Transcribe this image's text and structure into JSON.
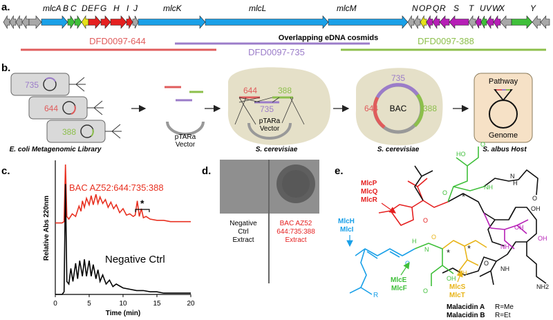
{
  "panel_labels": {
    "a": "a.",
    "b": "b.",
    "c": "c.",
    "d": "d.",
    "e": "e."
  },
  "colors": {
    "blue": "#1aa0e8",
    "green": "#3fbf3a",
    "yellow": "#e6e21a",
    "red": "#e52020",
    "magenta": "#b61fb6",
    "gray": "#a8a8a8",
    "c644": "#e05c5c",
    "c735": "#9b7cc9",
    "c388": "#8cbf4b",
    "cell": "#e5e0c8",
    "host": "#f6e1c6"
  },
  "gene_labels": {
    "g1": "mlcA",
    "g2": "B",
    "g3": "C",
    "g4": "D",
    "g5": "E",
    "g6": "F",
    "g7": "G",
    "g8": "H",
    "g9": "I",
    "g10": "J",
    "K": "mlcK",
    "L": "mlcL",
    "M": "mlcM",
    "N": "N",
    "O": "O",
    "P": "P",
    "Q": "Q",
    "R": "R",
    "S": "S",
    "T": "T",
    "U": "U",
    "V": "V",
    "W": "W",
    "X": "X",
    "Y": "Y"
  },
  "cosmids": {
    "title": "Overlapping eDNA cosmids",
    "c644": "DFD0097-644",
    "c735": "DFD0097-735",
    "c388": "DFD0097-388"
  },
  "panel_b": {
    "lib_labels": [
      "735",
      "644",
      "388"
    ],
    "lib_caption": "E. coli Metagenomic Library",
    "vector_label": "pTARa Vector",
    "yeast_frags": [
      "644",
      "735",
      "388"
    ],
    "yeast_vector": "pTARa Vector",
    "yeast_caption": "S. cerevisiae",
    "bac_735": "735",
    "bac_644": "644",
    "bac_388": "388",
    "bac_center": "BAC",
    "bac_caption": "S. cerevisiae",
    "host_pathway": "Pathway",
    "host_genome": "Genome",
    "host_caption": "S. albus Host"
  },
  "panel_c": {
    "ylabel": "Relative Abs 220nm",
    "xlabel": "Time (min)",
    "xticks": [
      "0",
      "5",
      "10",
      "15",
      "20"
    ],
    "bac_label": "BAC AZ52:644:735:388",
    "neg_label": "Negative Ctrl",
    "star": "*"
  },
  "chart_data": {
    "type": "line",
    "title": "",
    "xlabel": "Time (min)",
    "ylabel": "Relative Abs 220nm",
    "xlim": [
      0,
      20
    ],
    "xticks": [
      0,
      5,
      10,
      15,
      20
    ],
    "series": [
      {
        "name": "BAC AZ52:644:735:388",
        "color": "#e83020",
        "x": [
          0,
          1.0,
          1.3,
          1.5,
          1.7,
          2,
          2.5,
          3,
          3.5,
          3.8,
          4,
          4.3,
          4.6,
          5,
          5.3,
          5.6,
          6,
          6.3,
          6.6,
          7,
          7.4,
          7.8,
          8.2,
          8.6,
          9,
          9.5,
          10,
          10.5,
          11,
          11.5,
          11.8,
          12.1,
          12.4,
          12.7,
          13,
          13.4,
          14,
          15,
          16,
          17,
          18,
          19,
          20
        ],
        "y": [
          0.55,
          0.55,
          0.56,
          1.0,
          0.6,
          0.58,
          0.62,
          0.6,
          0.68,
          0.64,
          0.72,
          0.67,
          0.74,
          0.69,
          0.76,
          0.69,
          0.77,
          0.7,
          0.75,
          0.7,
          0.73,
          0.67,
          0.71,
          0.66,
          0.69,
          0.63,
          0.66,
          0.61,
          0.62,
          0.6,
          0.61,
          0.72,
          0.6,
          0.66,
          0.59,
          0.6,
          0.58,
          0.57,
          0.57,
          0.56,
          0.56,
          0.56,
          0.56
        ]
      },
      {
        "name": "Negative Ctrl",
        "color": "#000000",
        "x": [
          0,
          1.0,
          1.3,
          1.5,
          1.7,
          2,
          2.3,
          2.6,
          3,
          3.3,
          3.6,
          4,
          4.3,
          4.6,
          5,
          5.3,
          5.6,
          6,
          6.3,
          6.6,
          7,
          7.5,
          8,
          8.5,
          9,
          10,
          11,
          12,
          13,
          14,
          15,
          16,
          17,
          18,
          19,
          20
        ],
        "y": [
          0.0,
          0.0,
          0.02,
          0.85,
          0.1,
          0.08,
          0.2,
          0.1,
          0.24,
          0.12,
          0.26,
          0.14,
          0.27,
          0.14,
          0.26,
          0.14,
          0.23,
          0.12,
          0.19,
          0.1,
          0.15,
          0.08,
          0.11,
          0.06,
          0.08,
          0.05,
          0.04,
          0.03,
          0.03,
          0.02,
          0.02,
          0.01,
          0.01,
          0.01,
          0.01,
          0.01
        ]
      }
    ],
    "annotations": [
      "*"
    ]
  },
  "panel_d": {
    "neg_text": [
      "Negative",
      "Ctrl",
      "Extract"
    ],
    "bac_text": [
      "BAC AZ52",
      "644:735:388",
      "Extract"
    ]
  },
  "panel_e": {
    "red_label": [
      "MlcP",
      "MlcQ",
      "MlcR"
    ],
    "blue_label": [
      "MlcH",
      "MlcI"
    ],
    "green_label": [
      "MlcE",
      "MlcF"
    ],
    "yellow_label": [
      "MlcS",
      "MlcT"
    ],
    "atoms": {
      "HO": "HO",
      "O": "O",
      "OH": "OH",
      "NH": "NH",
      "N": "N",
      "H": "H",
      "NH2": "NH2",
      "R": "R",
      "star": "*"
    },
    "malacidin_a": "Malacidin A",
    "malacidin_a_r": "R=Me",
    "malacidin_b": "Malacidin B",
    "malacidin_b_r": "R=Et"
  }
}
